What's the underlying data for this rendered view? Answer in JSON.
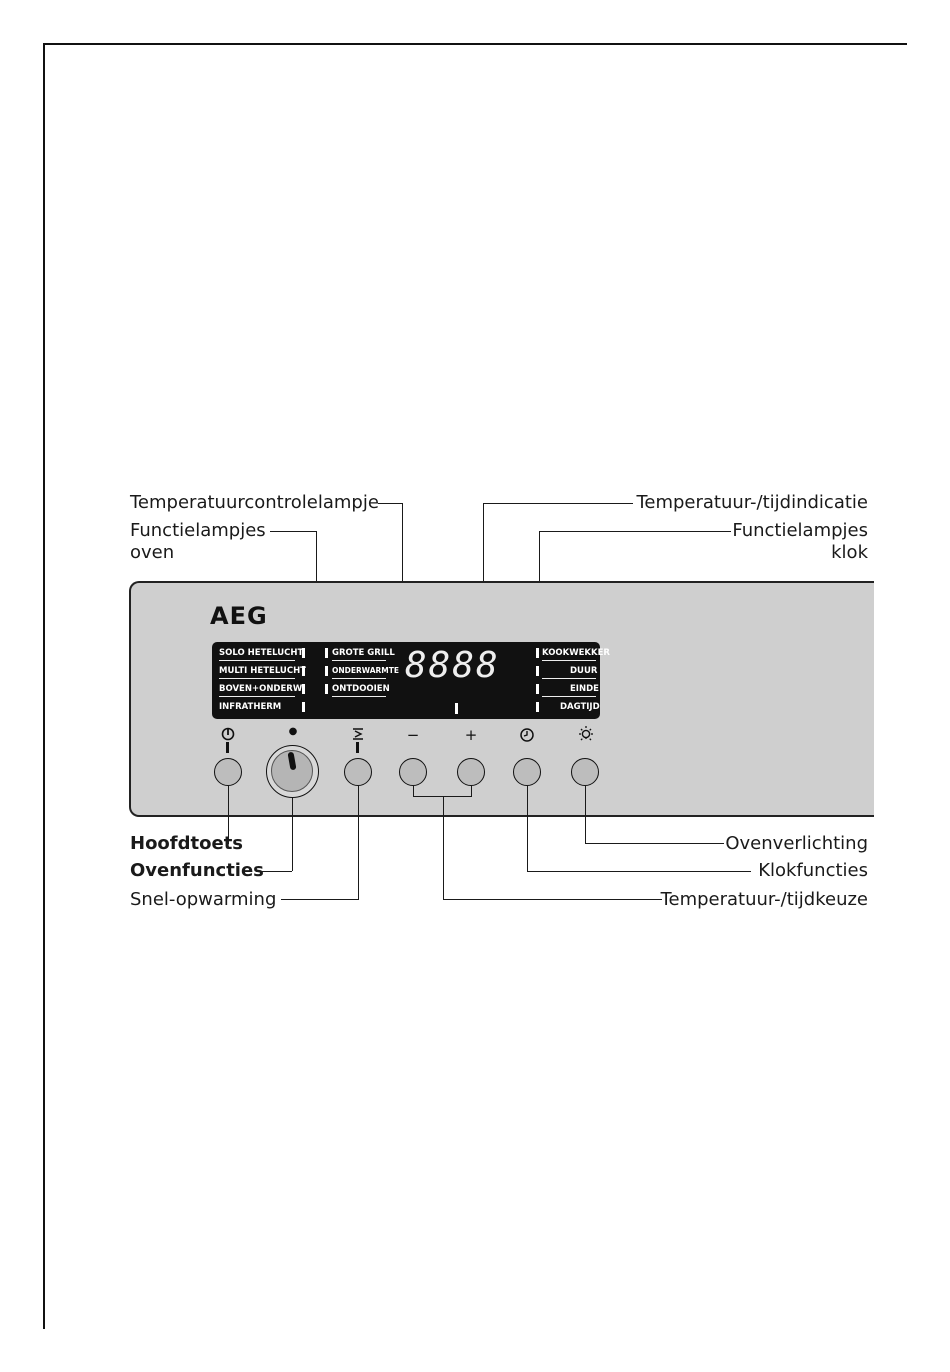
{
  "callouts": {
    "temp_control_lamp": "Temperatuurcontrolelampje",
    "function_lamps_oven_line1": "Functielampjes",
    "function_lamps_oven_line2": "oven",
    "temp_time_indication": "Temperatuur-/tijdindicatie",
    "function_lamps_clock_line1": "Functielampjes",
    "function_lamps_clock_line2": "klok",
    "main_switch": "Hoofdtoets",
    "oven_functions": "Ovenfuncties",
    "quick_heat": "Snel-opwarming",
    "oven_light": "Ovenverlichting",
    "clock_functions": "Klokfuncties",
    "temp_time_select": "Temperatuur-/tijdkeuze"
  },
  "panel": {
    "brand": "AEG",
    "display_digits": "8888",
    "oven_functions_left": [
      "SOLO HETELUCHT",
      "MULTI HETELUCHT",
      "BOVEN+ONDERW.",
      "INFRATHERM"
    ],
    "oven_functions_right": [
      "GROTE GRILL",
      "ONDERWARMTE",
      "ONTDOOIEN"
    ],
    "clock_functions": [
      "KOOKWEKKER",
      "DUUR",
      "EINDE",
      "DAGTIJD"
    ]
  },
  "icons": {
    "power": "power-icon",
    "function_dot": "dot-icon",
    "quick_heat": "quick-heat-icon",
    "minus": "minus-icon",
    "plus": "plus-icon",
    "clock": "clock-icon",
    "light": "light-bulb-icon"
  },
  "symbols": {
    "minus": "−",
    "plus": "+",
    "dot": "●"
  }
}
